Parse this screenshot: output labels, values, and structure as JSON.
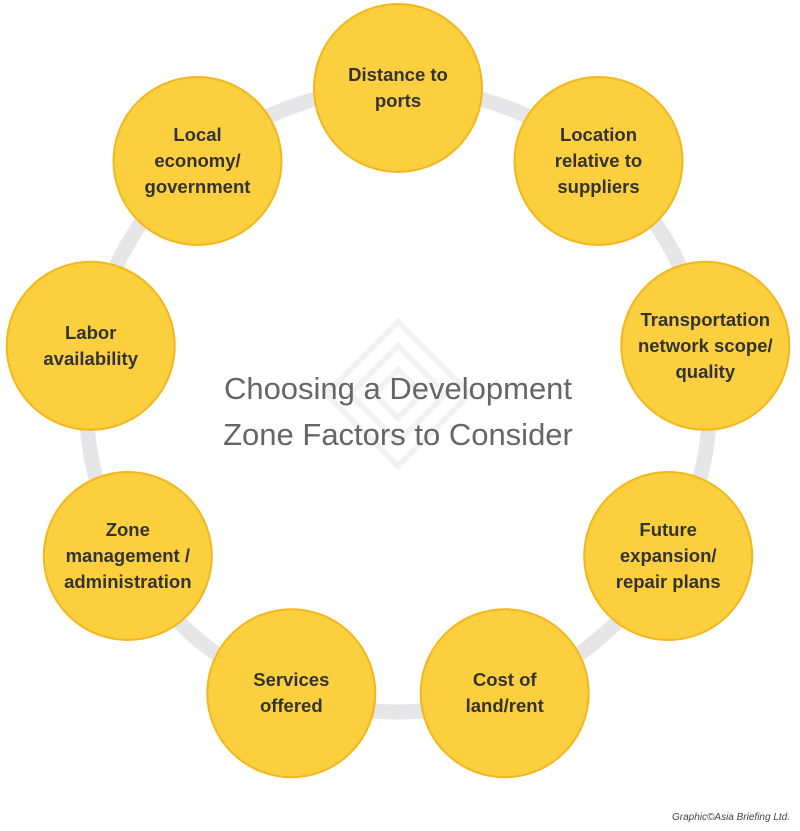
{
  "diagram": {
    "title_lines": [
      "Choosing a Development",
      "Zone Factors to Consider"
    ],
    "factors": [
      {
        "lines": [
          "Distance to",
          "ports"
        ]
      },
      {
        "lines": [
          "Location",
          "relative to",
          "suppliers"
        ]
      },
      {
        "lines": [
          "Transportation",
          "network scope/",
          "quality"
        ]
      },
      {
        "lines": [
          "Future",
          "expansion/",
          "repair plans"
        ]
      },
      {
        "lines": [
          "Cost of",
          "land/rent"
        ]
      },
      {
        "lines": [
          "Services",
          "offered"
        ]
      },
      {
        "lines": [
          "Zone",
          "management /",
          "administration"
        ]
      },
      {
        "lines": [
          "Labor",
          "availability"
        ]
      },
      {
        "lines": [
          "Local",
          "economy/",
          "government"
        ]
      }
    ]
  },
  "credit": "Graphic©Asia Briefing Ltd.",
  "colors": {
    "circle_fill": "#fccf3f",
    "circle_stroke": "#f2b71c",
    "ring": "#e6e6e9",
    "text": "#333333",
    "title": "#666666"
  }
}
